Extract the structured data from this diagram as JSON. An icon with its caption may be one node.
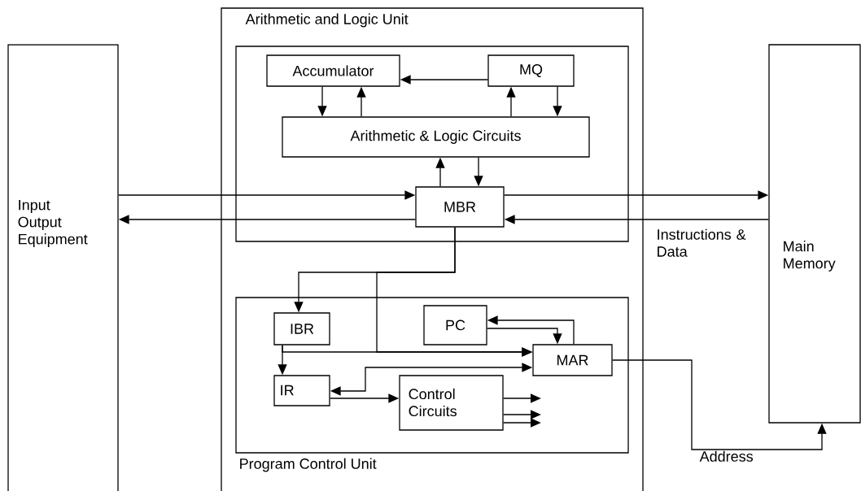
{
  "diagram": {
    "nodes": [
      {
        "text": [
          "Input Output Equipment"
        ]
      },
      {
        "text": [],
        "shape": "box"
      },
      {
        "text": [
          "Arithmetic and Logic Unit"
        ],
        "in": 1
      },
      {
        "text": [
          "Accumulator"
        ],
        "in": 2
      },
      {
        "text": [
          "MQ"
        ],
        "in": 2
      },
      {
        "text": [
          "Arithmetic & Logic Circuits"
        ],
        "in": 2
      },
      {
        "text": [
          "MBR"
        ],
        "in": 2
      },
      {
        "text": [
          "Program Control Unit"
        ],
        "in": 1
      },
      {
        "text": [
          "IBR"
        ],
        "in": 7
      },
      {
        "text": [
          "PC"
        ],
        "in": 7
      },
      {
        "text": [
          "MAR"
        ],
        "in": 7
      },
      {
        "text": [
          "IR"
        ],
        "in": 7
      },
      {
        "text": [
          "Control Circuits"
        ],
        "in": 7
      },
      {
        "text": [
          "Main Memory"
        ]
      }
    ],
    "edges": [
      {
        "from": 3,
        "to": 5,
        "arrow": "to"
      },
      {
        "from": 5,
        "to": 3,
        "arrow": "to"
      },
      {
        "from": 4,
        "to": 3,
        "arrow": "to"
      },
      {
        "from": 5,
        "to": 4,
        "arrow": "to"
      },
      {
        "from": 4,
        "to": 5,
        "arrow": "to"
      },
      {
        "from": 6,
        "to": 5,
        "arrow": "to"
      },
      {
        "from": 5,
        "to": 6,
        "arrow": "to"
      },
      {
        "from": 0,
        "to": 6,
        "arrow": "to"
      },
      {
        "from": 6,
        "to": 0,
        "arrow": "to"
      },
      {
        "from": 6,
        "to": 13,
        "arrow": "to"
      },
      {
        "from": 13,
        "to": 6,
        "arrow": "to",
        "label": "Instructions & Data"
      },
      {
        "from": 6,
        "to": 8,
        "arrow": "to"
      },
      {
        "from": 6,
        "to": 10,
        "arrow": "to"
      },
      {
        "from": 8,
        "to": 11,
        "arrow": "to"
      },
      {
        "from": 8,
        "to": 10,
        "arrow": "to"
      },
      {
        "from": 11,
        "to": 10,
        "arrow": "both"
      },
      {
        "from": 11,
        "to": 12,
        "arrow": "to"
      },
      {
        "from": 10,
        "to": 9,
        "arrow": "to"
      },
      {
        "from": 9,
        "to": 10,
        "arrow": "to"
      },
      {
        "from": 10,
        "to": 13,
        "arrow": "to",
        "label": "Address"
      },
      {
        "from": 12,
        "to": null,
        "arrow": "to"
      },
      {
        "from": 12,
        "to": null,
        "arrow": "to"
      },
      {
        "from": 12,
        "to": null,
        "arrow": "to"
      }
    ]
  }
}
